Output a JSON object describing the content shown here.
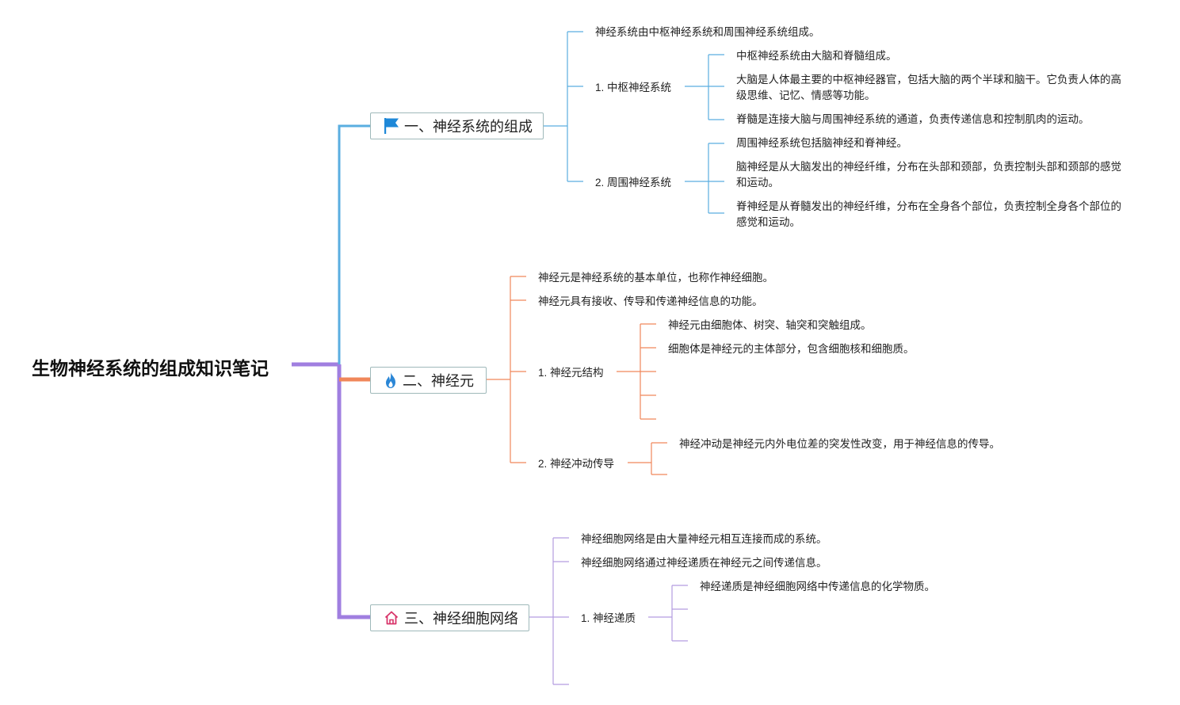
{
  "root": {
    "title": "生物神经系统的组成知识笔记"
  },
  "colors": {
    "root": "#a07fe0",
    "branch1": "#5aaee0",
    "branch2": "#f0875a",
    "branch3": "#b39ce0",
    "flag": "#1e88d8",
    "fire": "#2a86d6",
    "house": "#d8356a"
  },
  "branch1": {
    "label": "一、神经系统的组成",
    "icon": "flag-icon",
    "n1": "神经系统由中枢神经系统和周围神经系统组成。",
    "sub1": {
      "label": "1. 中枢神经系统",
      "items": [
        "中枢神经系统由大脑和脊髓组成。",
        "大脑是人体最主要的中枢神经器官，包括大脑的两个半球和脑干。它负责人体的高级思维、记忆、情感等功能。",
        "脊髓是连接大脑与周围神经系统的通道，负责传递信息和控制肌肉的运动。"
      ]
    },
    "sub2": {
      "label": "2. 周围神经系统",
      "items": [
        "周围神经系统包括脑神经和脊神经。",
        "脑神经是从大脑发出的神经纤维，分布在头部和颈部，负责控制头部和颈部的感觉和运动。",
        "脊神经是从脊髓发出的神经纤维，分布在全身各个部位，负责控制全身各个部位的感觉和运动。"
      ]
    }
  },
  "branch2": {
    "label": "二、神经元",
    "icon": "fire-icon",
    "n1": "神经元是神经系统的基本单位，也称作神经细胞。",
    "n2": "神经元具有接收、传导和传递神经信息的功能。",
    "sub1": {
      "label": "1. 神经元结构",
      "items": [
        "神经元由细胞体、树突、轴突和突触组成。",
        "细胞体是神经元的主体部分，包含细胞核和细胞质。"
      ]
    },
    "sub2": {
      "label": "2. 神经冲动传导",
      "items": [
        "神经冲动是神经元内外电位差的突发性改变，用于神经信息的传导。"
      ]
    }
  },
  "branch3": {
    "label": "三、神经细胞网络",
    "icon": "house-icon",
    "n1": "神经细胞网络是由大量神经元相互连接而成的系统。",
    "n2": "神经细胞网络通过神经递质在神经元之间传递信息。",
    "sub1": {
      "label": "1. 神经递质",
      "items": [
        "神经递质是神经细胞网络中传递信息的化学物质。"
      ]
    }
  }
}
